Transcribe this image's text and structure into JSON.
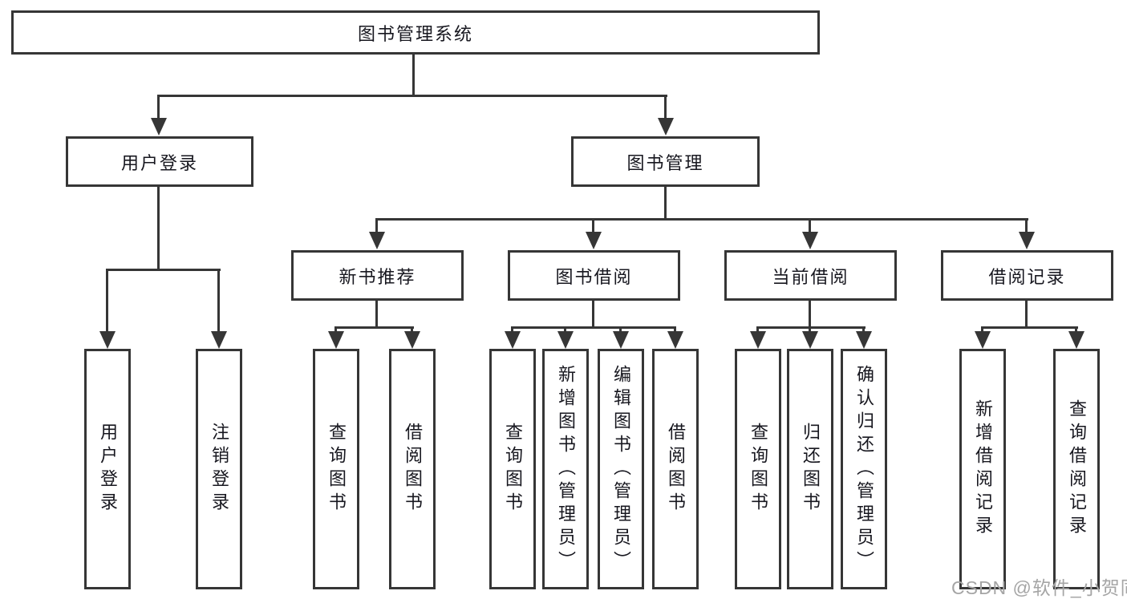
{
  "root": {
    "label": "图书管理系统"
  },
  "user_login": {
    "label": "用户登录",
    "children": [
      {
        "label": "用户登录"
      },
      {
        "label": "注销登录"
      }
    ]
  },
  "book_management": {
    "label": "图书管理",
    "sections": [
      {
        "label": "新书推荐",
        "children": [
          {
            "label": "查询图书"
          },
          {
            "label": "借阅图书"
          }
        ]
      },
      {
        "label": "图书借阅",
        "children": [
          {
            "label": "查询图书"
          },
          {
            "label": "新增图书（管理员）"
          },
          {
            "label": "编辑图书（管理员）"
          },
          {
            "label": "借阅图书"
          }
        ]
      },
      {
        "label": "当前借阅",
        "children": [
          {
            "label": "查询图书"
          },
          {
            "label": "归还图书"
          },
          {
            "label": "确认归还（管理员）"
          }
        ]
      },
      {
        "label": "借阅记录",
        "children": [
          {
            "label": "新增借阅记录"
          },
          {
            "label": "查询借阅记录"
          }
        ]
      }
    ]
  },
  "watermark": {
    "text": "CSDN @软件_小贺同学"
  },
  "colors": {
    "line": "#363636",
    "box_border": "#363636",
    "text": "#17171f",
    "watermark": "#a5a5a5",
    "background": "#ffffff"
  }
}
